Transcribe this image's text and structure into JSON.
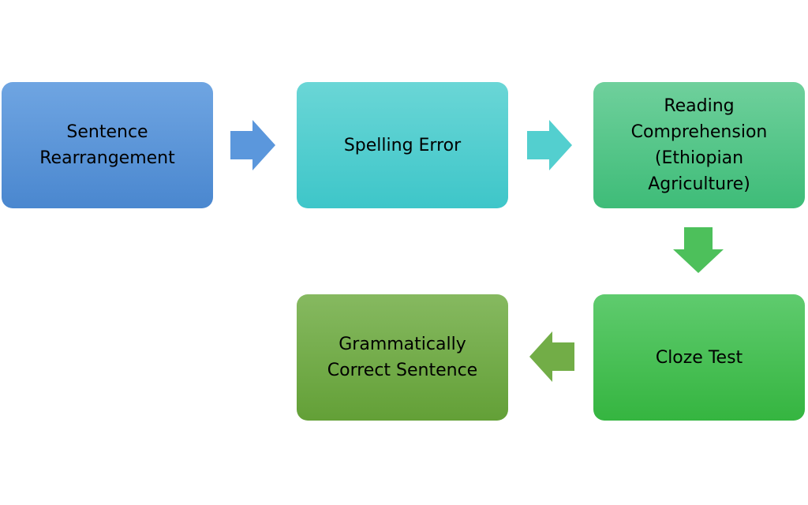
{
  "steps": [
    {
      "label": "Sentence\nRearrangement",
      "color_top": "#6fa5e2",
      "color_bottom": "#4a87cf"
    },
    {
      "label": "Spelling Error",
      "color_top": "#6ad6d6",
      "color_bottom": "#3ec6c9"
    },
    {
      "label": "Reading\nComprehension\n(Ethiopian\nAgriculture)",
      "color_top": "#6fd09c",
      "color_bottom": "#3ebc78"
    },
    {
      "label": "Cloze Test",
      "color_top": "#5fcb6e",
      "color_bottom": "#35b540"
    },
    {
      "label": "Grammatically\nCorrect Sentence",
      "color_top": "#86b960",
      "color_bottom": "#63a037"
    }
  ],
  "arrows": [
    {
      "direction": "right",
      "color": "#5b97dc"
    },
    {
      "direction": "right",
      "color": "#53cfcf"
    },
    {
      "direction": "down",
      "color": "#4dc05b"
    },
    {
      "direction": "left",
      "color": "#72ad47"
    }
  ]
}
